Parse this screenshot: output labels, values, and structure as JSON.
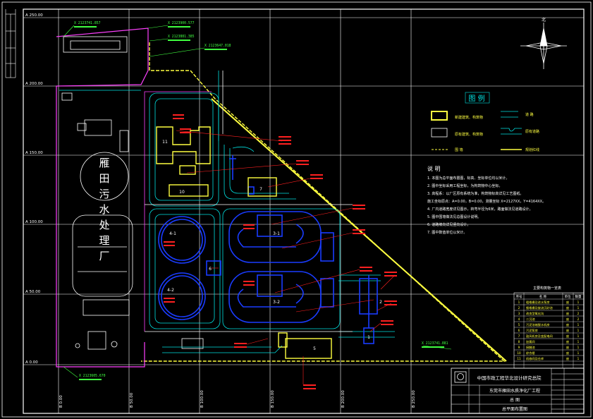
{
  "grid": {
    "y_labels": [
      "A 250.00",
      "A 200.00",
      "A 150.00",
      "A 100.00",
      "A 50.00",
      "A 0.00"
    ],
    "x_labels": [
      "B 0.00",
      "B 50.00",
      "B 100.00",
      "B 150.00",
      "B 200.00",
      "B 250.00"
    ]
  },
  "plant_name_chars": [
    "雁",
    "田",
    "污",
    "水",
    "处",
    "理",
    "厂"
  ],
  "legend": {
    "title": "图 例",
    "items": [
      "新建建筑、构筑物",
      "原有建筑、构筑物",
      "围 墙",
      "道 路",
      "原有道路",
      "规划红线"
    ]
  },
  "notes": {
    "title": "说 明",
    "lines": [
      "1. 本图为总平面布置图，标高、坐标单位均以米计。",
      "2. 图中坐标采用工程坐标，为构筑物中心坐标。",
      "3. 高程系：以厂区原有系统为准，构筑物标高详见工艺图纸。",
      "   施工坐标原点：A=0.00，B=0.00，测量坐标 X=2127XX，Y=4164XX。",
      "4. 厂内道路宽度详见图示，转弯半径为6米，路面做法见道路设计。",
      "5. 图中围墙做法见总图设计说明。",
      "6. 道路坡向详见竖向设计。",
      "7. 图中数值单位以米计。"
    ]
  },
  "coord_tags": [
    "X 2123741.857",
    "X 2123900.577",
    "X 2123881.385",
    "X 2123647.018",
    "X 2123741.881",
    "X 2123605.670"
  ],
  "units": {
    "labels": [
      "11",
      "10",
      "7",
      "4-1",
      "4-2",
      "3-1",
      "3-2",
      "6",
      "5",
      "2",
      "1"
    ]
  },
  "table": {
    "title": "主要构筑物一览表",
    "headers": [
      "序号",
      "名 称",
      "单位",
      "数量"
    ],
    "rows": [
      [
        "1",
        "粗格栅及进水泵房",
        "座",
        "1"
      ],
      [
        "2",
        "细格栅及旋流沉砂池",
        "座",
        "1"
      ],
      [
        "3",
        "改良型氧化沟",
        "座",
        "2"
      ],
      [
        "4",
        "二沉池",
        "座",
        "2"
      ],
      [
        "5",
        "污泥浓缩脱水机房",
        "座",
        "1"
      ],
      [
        "6",
        "污泥泵房",
        "座",
        "1"
      ],
      [
        "7",
        "鼓风机房及变配电间",
        "座",
        "1"
      ],
      [
        "8",
        "加氯间",
        "座",
        "1"
      ],
      [
        "9",
        "接触池",
        "座",
        "1"
      ],
      [
        "10",
        "综合楼",
        "座",
        "1"
      ],
      [
        "11",
        "机修间及仓库",
        "座",
        "1"
      ]
    ]
  },
  "title_block": {
    "institute": "中国市政工程华北设计研究总院",
    "project": "东莞市雁田水质净化厂工程",
    "drawing": "总 图",
    "sheet": "总平面布置图"
  },
  "compass": {
    "label": "北"
  },
  "colors": {
    "background": "#000000",
    "grid": "#ffffff",
    "road": "#00e0e0",
    "new_structure": "#1a3cff",
    "existing_structure": "#ffffff",
    "annotation": "#ff2020",
    "boundary": "#ffff40",
    "wall": "#ff40ff",
    "coordinate": "#40ff40"
  }
}
